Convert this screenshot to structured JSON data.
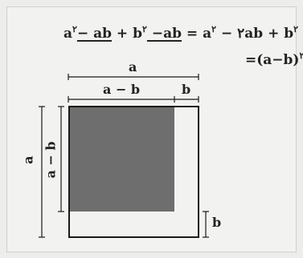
{
  "equation": {
    "line1": {
      "a": "a",
      "exp1": "۲",
      "minus_ab_1": "− ab",
      "plus": " + ",
      "b": "b",
      "exp2": "۲",
      "minus_ab_2": " −ab",
      "equals": " = ",
      "a2": "a",
      "exp3": "۲",
      "mid": " − ۲ab + ",
      "b2": "b",
      "exp4": "۲"
    },
    "line2": {
      "text": "=(a−b)",
      "exp": "۲"
    }
  },
  "labels": {
    "top_a": "a",
    "top_a_minus_b": "a − b",
    "top_b": "b",
    "left_a": "a",
    "left_a_minus_b": "a − b",
    "right_b": "b"
  },
  "colors": {
    "shaded": "#6e6e6e",
    "outline": "#1a1a1a"
  }
}
